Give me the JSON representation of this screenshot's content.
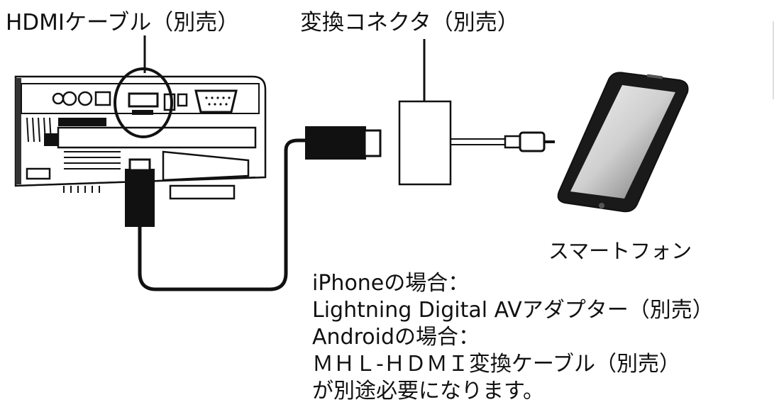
{
  "labels": {
    "hdmi_cable": "HDMIケーブル（別売）",
    "converter": "変換コネクタ（別売）",
    "smartphone": "スマートフォン"
  },
  "note": {
    "lines": [
      "iPhoneの場合：",
      "Lightning Digital AVアダプター（別売）",
      "Androidの場合：",
      "ＭＨＬ-ＨＤＭＩ変換ケーブル（別売）",
      "が別途必要になります。"
    ]
  }
}
